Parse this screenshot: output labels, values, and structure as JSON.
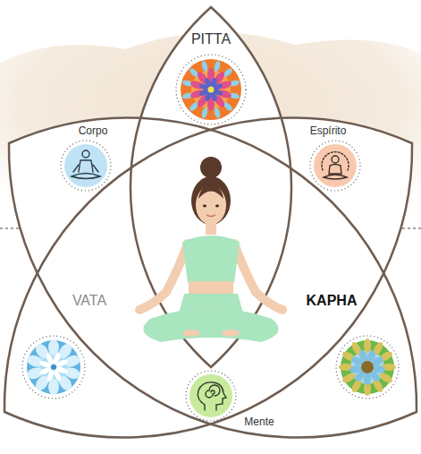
{
  "diagram": {
    "nodes": [
      {
        "text": [
          "PITTA"
        ]
      },
      {
        "text": [
          "Corpo"
        ]
      },
      {
        "text": [
          "Espírito"
        ]
      },
      {
        "text": [
          "VATA"
        ]
      },
      {
        "text": [
          "KAPHA"
        ]
      },
      {
        "text": [
          "Mente"
        ]
      }
    ]
  }
}
